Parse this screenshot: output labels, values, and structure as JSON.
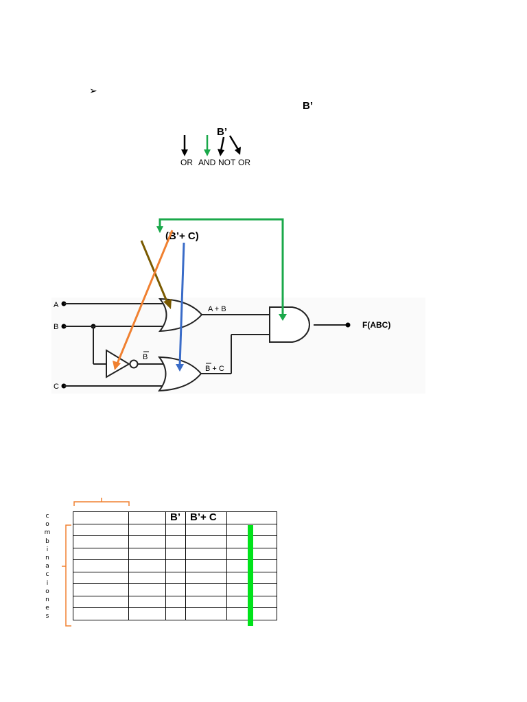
{
  "header": {
    "bullet_symbol": "➢",
    "b_prime": "B’"
  },
  "gate_legend": {
    "b_prime": "B’",
    "labels": [
      "OR",
      "AND",
      "NOT",
      "OR"
    ]
  },
  "diagram": {
    "expression_label": "(B’+ C)",
    "inputs": [
      "A",
      "B",
      "C"
    ],
    "not_output": "B",
    "or1_output": "A + B",
    "or2_output": "B + C",
    "final_output": "F(ABC)",
    "colors": {
      "green_arrow": "#1aa84a",
      "brown_arrow": "#7a5a00",
      "orange_arrow": "#f08030",
      "blue_arrow": "#3a6cc8",
      "brace": "#f08030"
    }
  },
  "truth_table": {
    "headers": [
      "",
      "",
      "B’",
      "B’+ C",
      ""
    ],
    "rows": 8,
    "side_label": [
      "c",
      "o",
      "m",
      "b",
      "i",
      "n",
      "a",
      "c",
      "i",
      "o",
      "n",
      "e",
      "s"
    ],
    "highlight_color": "#00e31a"
  }
}
